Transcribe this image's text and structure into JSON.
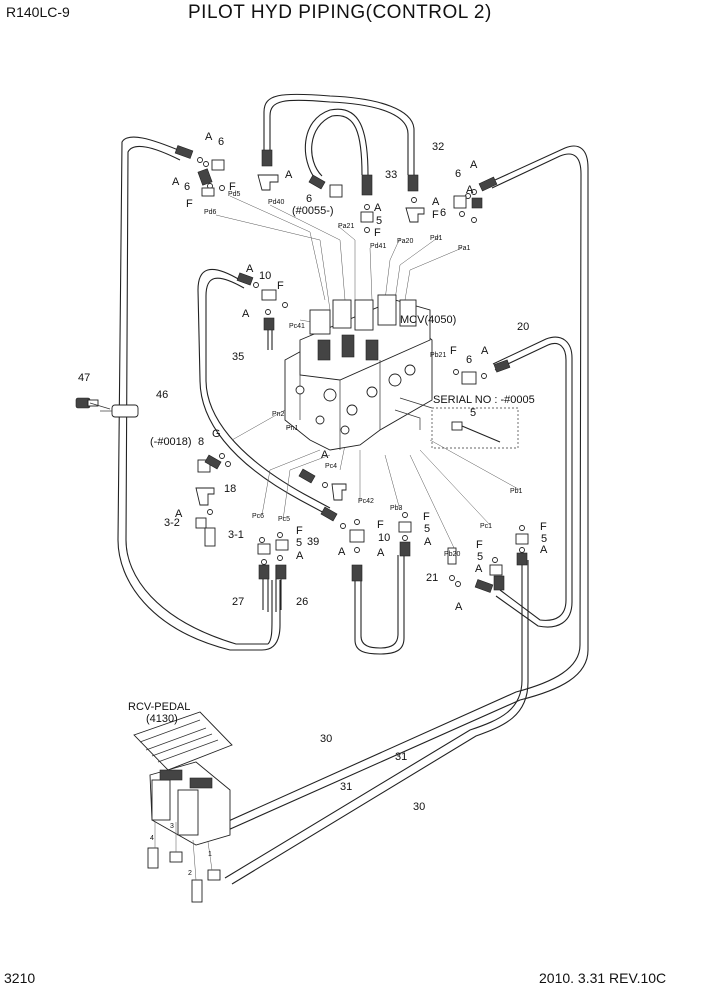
{
  "header": {
    "model": "R140LC-9",
    "title": "PILOT HYD PIPING(CONTROL 2)"
  },
  "footer": {
    "page_number": "3210",
    "date_revision": "2010. 3.31  REV.10C"
  },
  "labels": {
    "mcv": "MCV(4050)",
    "rcv_pedal_line1": "RCV-PEDAL",
    "rcv_pedal_line2": "(4130)",
    "serial_note": "SERIAL NO : -#0005",
    "note_0055": "(#0055-)",
    "note_0018": "(-#0018)",
    "part_A": "A",
    "part_F": "F",
    "part_G": "G",
    "part_5": "5",
    "part_6": "6",
    "part_8": "8",
    "part_10": "10",
    "part_18": "18",
    "part_20": "20",
    "part_21": "21",
    "part_26": "26",
    "part_27": "27",
    "part_30": "30",
    "part_31": "31",
    "part_32": "32",
    "part_33": "33",
    "part_35": "35",
    "part_39": "39",
    "part_46": "46",
    "part_47": "47",
    "part_3_1": "3-1",
    "part_3_2": "3-2"
  },
  "ports": {
    "pd6": "Pd6",
    "pd5": "Pd5",
    "pd40": "Pd40",
    "pa21": "Pa21",
    "pd41": "Pd41",
    "pa20": "Pa20",
    "pd1": "Pd1",
    "pa1": "Pa1",
    "pc41": "Pc41",
    "pb21": "Pb21",
    "pn2": "Pn2",
    "pn1": "Pn1",
    "pc4": "Pc4",
    "pc42": "Pc42",
    "pb3": "Pb3",
    "pb20": "Pb20",
    "pc1": "Pc1",
    "pb1": "Pb1",
    "pc6": "Pc6",
    "pc5": "Pc5"
  },
  "rcv_ports": {
    "p1": "1",
    "p2": "2",
    "p3": "3",
    "p4": "4"
  }
}
